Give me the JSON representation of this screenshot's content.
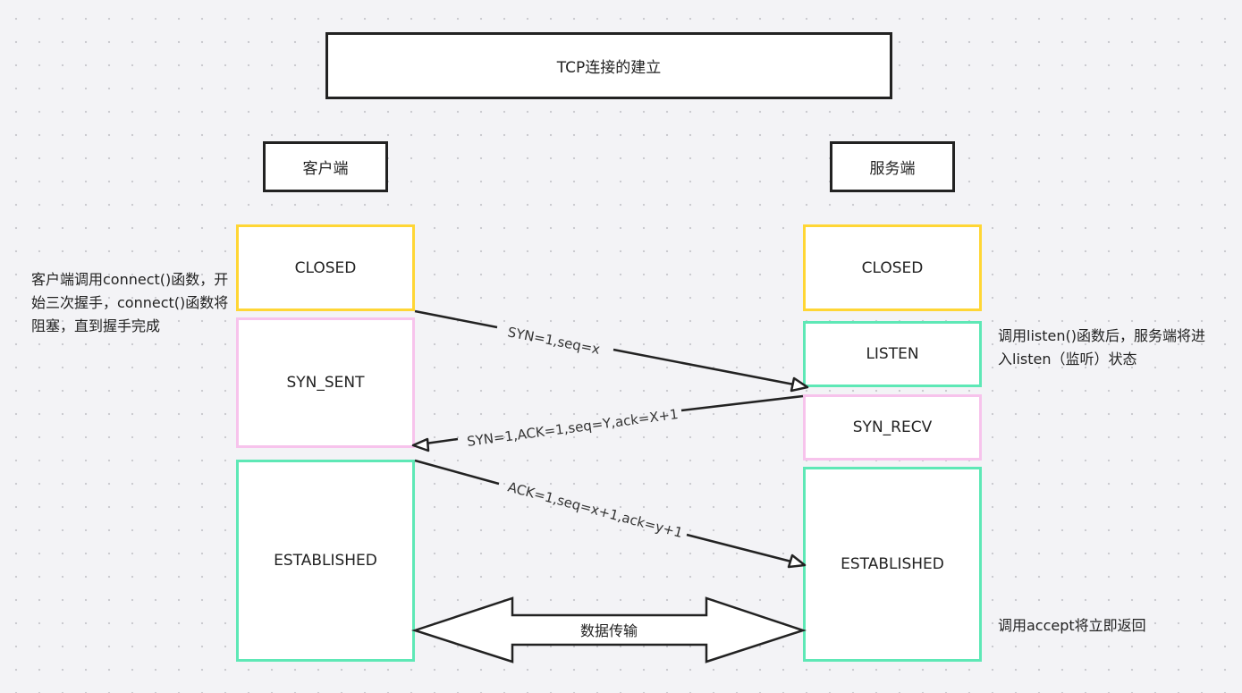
{
  "title": "TCP连接的建立",
  "client": {
    "header": "客户端",
    "states": {
      "closed": "CLOSED",
      "syn_sent": "SYN_SENT",
      "established": "ESTABLISHED"
    },
    "note": "客户端调用connect()函数，开始三次握手，connect()函数将阻塞，直到握手完成"
  },
  "server": {
    "header": "服务端",
    "states": {
      "closed": "CLOSED",
      "listen": "LISTEN",
      "syn_recv": "SYN_RECV",
      "established": "ESTABLISHED"
    },
    "note_listen": "调用listen()函数后，服务端将进入listen（监听）状态",
    "note_accept": "调用accept将立即返回"
  },
  "messages": {
    "syn": "SYN=1,seq=x",
    "syn_ack": "SYN=1,ACK=1,seq=Y,ack=X+1",
    "ack": "ACK=1,seq=x+1,ack=y+1",
    "data": "数据传输"
  },
  "colors": {
    "closed_border": "#ffd635",
    "transient_border": "#f7c3ec",
    "active_border": "#5ee8b6",
    "header_border": "#222222"
  }
}
